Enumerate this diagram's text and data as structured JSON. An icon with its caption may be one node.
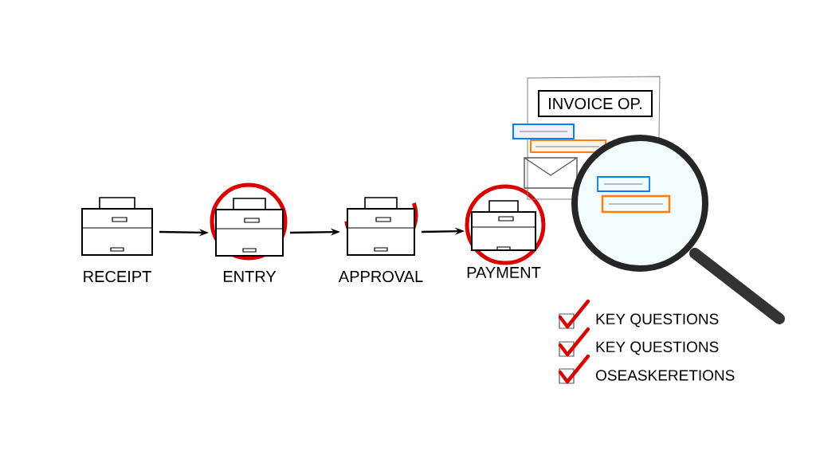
{
  "diagram": {
    "nodes": [
      {
        "text": [],
        "shape": "picture",
        "beside": [
          "RECEIPT"
        ]
      },
      {
        "text": [],
        "shape": "picture",
        "beside": [
          "ENTRY"
        ]
      },
      {
        "text": [],
        "shape": "picture",
        "beside": [
          "APPROVAL"
        ]
      },
      {
        "text": [],
        "shape": "picture",
        "beside": [
          "PAYMENT"
        ]
      }
    ],
    "edges": [
      {
        "from": 0,
        "to": 1,
        "arrow": "to"
      },
      {
        "from": 1,
        "to": 2,
        "arrow": "to"
      },
      {
        "from": 2,
        "to": 3,
        "arrow": "to"
      }
    ],
    "labels": [
      "INVOICE OP.",
      "KEY QUESTIONS",
      "KEY QUESTIONS",
      "OSEASKERETIONS"
    ]
  }
}
